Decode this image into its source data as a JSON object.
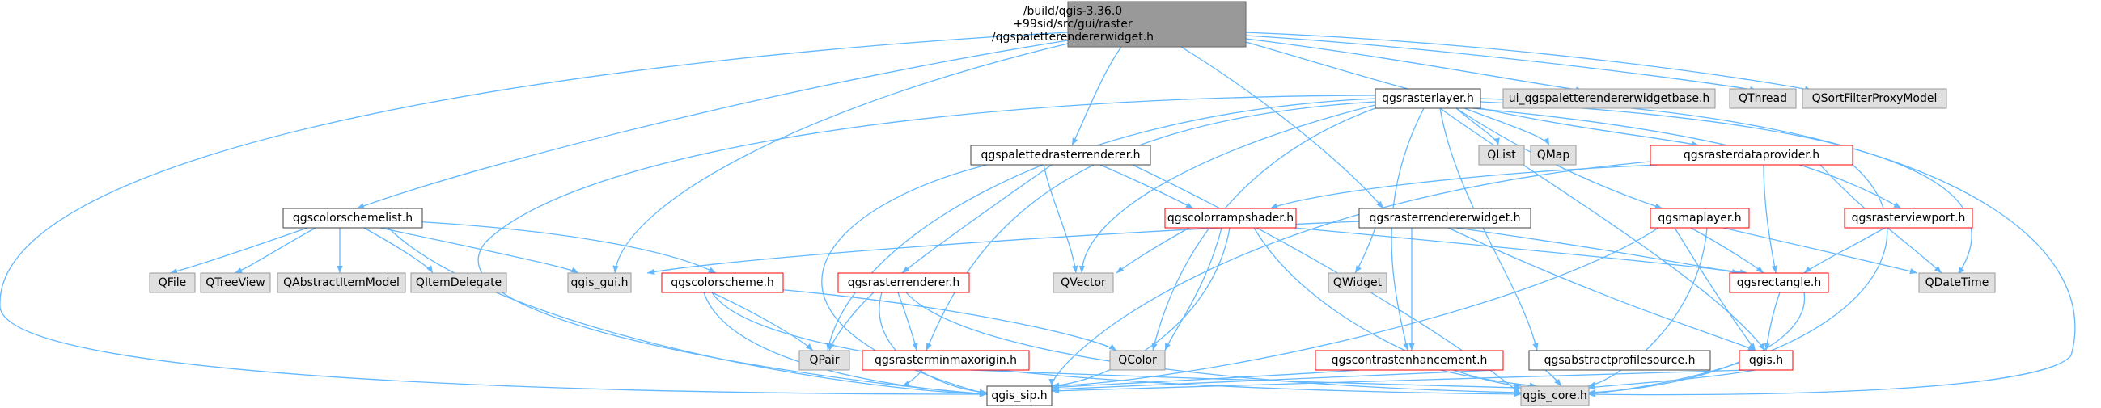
{
  "diagram": {
    "colors": {
      "edge": "#63b8ff",
      "root_fill": "#999999",
      "gray_fill": "#e0e0e0",
      "red_border": "#ff0000"
    },
    "nodes": {
      "root": "/build/qgis-3.36.0\n+99sid/src/gui/raster\n/qgspaletterendererwidget.h",
      "qgsrasterlayer": "qgsrasterlayer.h",
      "ui_base": "ui_qgspaletterendererwidgetbase.h",
      "qthread": "QThread",
      "qsortfilterproxymodel": "QSortFilterProxyModel",
      "qgspalettedrasterrenderer": "qgspalettedrasterrenderer.h",
      "qlist": "QList",
      "qmap": "QMap",
      "qgsrasterdataprovider": "qgsrasterdataprovider.h",
      "qgscolorschemelist": "qgscolorschemelist.h",
      "qgscolorrampshader": "qgscolorrampshader.h",
      "qgsrasterrendererwidget": "qgsrasterrendererwidget.h",
      "qgsmaplayer": "qgsmaplayer.h",
      "qgsrasterviewport": "qgsrasterviewport.h",
      "qfile": "QFile",
      "qtreeview": "QTreeView",
      "qabstractitemmodel": "QAbstractItemModel",
      "qitemdelegate": "QItemDelegate",
      "qgis_gui": "qgis_gui.h",
      "qgscolorscheme": "qgscolorscheme.h",
      "qgsrasterrenderer": "qgsrasterrenderer.h",
      "qvector": "QVector",
      "qwidget": "QWidget",
      "qgsrectangle": "qgsrectangle.h",
      "qdatetime": "QDateTime",
      "qpair": "QPair",
      "qcolor": "QColor",
      "qgsrasterminmaxorigin": "qgsrasterminmaxorigin.h",
      "qgscontrastenhancement": "qgscontrastenhancement.h",
      "qgsabstractprofilesource": "qgsabstractprofilesource.h",
      "qgis": "qgis.h",
      "qgis_sip": "qgis_sip.h",
      "qgis_core": "qgis_core.h"
    }
  }
}
